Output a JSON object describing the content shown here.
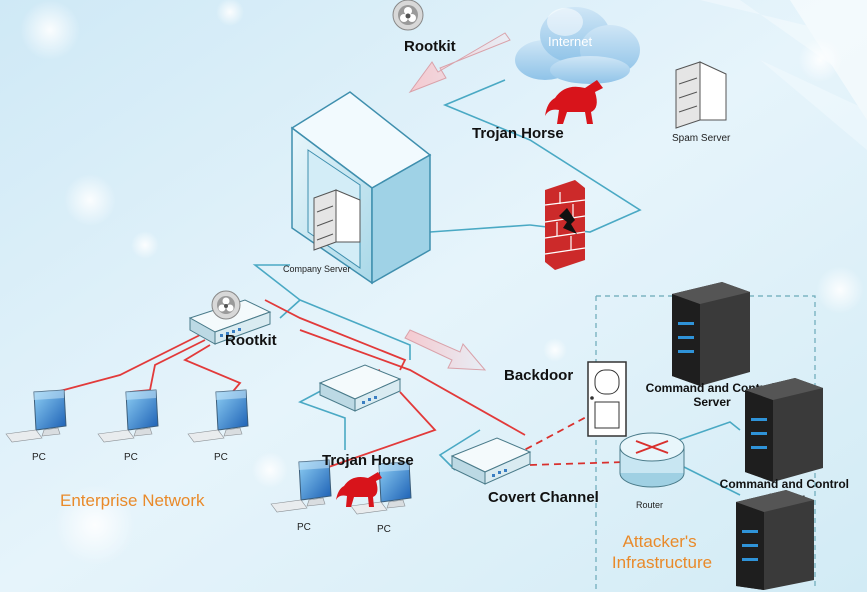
{
  "title": "",
  "labels": {
    "rootkit_top": "Rootkit",
    "internet": "Internet",
    "trojan_top": "Trojan Horse",
    "spam_server": "Spam Server",
    "company_server": "Company Server",
    "rootkit_switch": "Rootkit",
    "backdoor": "Backdoor",
    "cc1": "Command and Control\nServer",
    "cc2": "Command and Control\nServer",
    "router": "Router",
    "trojan_bottom": "Trojan Horse",
    "covert_channel": "Covert Channel",
    "enterprise_network": "Enterprise Network",
    "attacker_infra": "Attacker's\nInfrastructure",
    "pc": "PC"
  },
  "colors": {
    "link": "#4aa9c4",
    "infected_link": "#e23a3a",
    "covert": "#d9302d",
    "accent_orange": "#e98a2a",
    "trojan": "#d8141b",
    "server_dark": "#262626"
  },
  "icons": [
    "biohazard-icon",
    "cloud-icon",
    "horse-icon",
    "firewall-icon",
    "server-icon",
    "switch-icon",
    "monitor-icon",
    "router-icon",
    "door-icon",
    "arrow-icon"
  ]
}
